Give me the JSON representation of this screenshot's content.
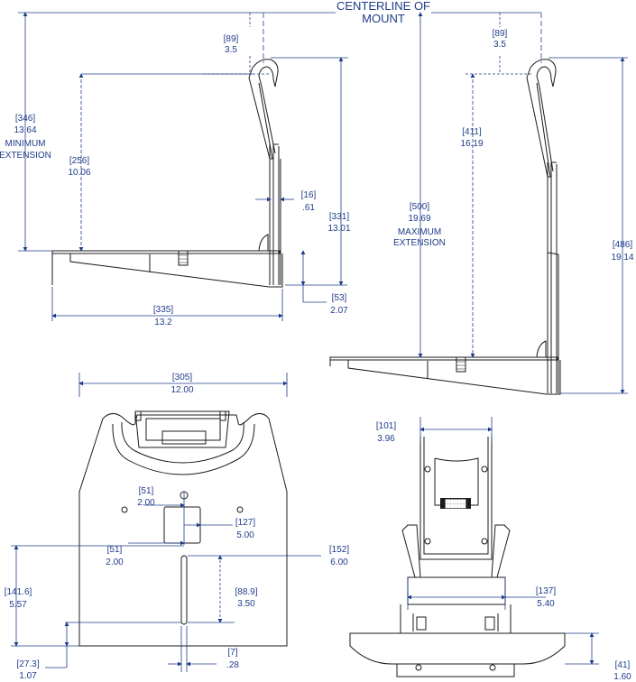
{
  "title": {
    "line1": "CENTERLINE OF",
    "line2": "MOUNT"
  },
  "top_left_view": {
    "dim_89": {
      "mm": "[89]",
      "in": "3.5"
    },
    "dim_346": {
      "mm": "[346]",
      "in": "13.64",
      "note1": "MINIMUM",
      "note2": "EXTENSION"
    },
    "dim_256": {
      "mm": "[256]",
      "in": "10.06"
    },
    "dim_16": {
      "mm": "[16]",
      "in": ".61"
    },
    "dim_331": {
      "mm": "[331]",
      "in": "13.01"
    },
    "dim_53": {
      "mm": "[53]",
      "in": "2.07"
    },
    "dim_335": {
      "mm": "[335]",
      "in": "13.2"
    }
  },
  "top_right_view": {
    "dim_89": {
      "mm": "[89]",
      "in": "3.5"
    },
    "dim_411": {
      "mm": "[411]",
      "in": "16.19"
    },
    "dim_500": {
      "mm": "[500]",
      "in": "19.69",
      "note1": "MAXIMUM",
      "note2": "EXTENSION"
    },
    "dim_486": {
      "mm": "[486]",
      "in": "19.14"
    }
  },
  "bottom_left_view": {
    "dim_305": {
      "mm": "[305]",
      "in": "12.00"
    },
    "dim_51a": {
      "mm": "[51]",
      "in": "2.00"
    },
    "dim_127": {
      "mm": "[127]",
      "in": "5.00"
    },
    "dim_51b": {
      "mm": "[51]",
      "in": "2.00"
    },
    "dim_152": {
      "mm": "[152]",
      "in": "6.00"
    },
    "dim_141": {
      "mm": "[141.6]",
      "in": "5.57"
    },
    "dim_88": {
      "mm": "[88.9]",
      "in": "3.50"
    },
    "dim_27": {
      "mm": "[27.3]",
      "in": "1.07"
    },
    "dim_7": {
      "mm": "[7]",
      "in": ".28"
    }
  },
  "bottom_right_view": {
    "dim_101": {
      "mm": "[101]",
      "in": "3.96"
    },
    "dim_137": {
      "mm": "[137]",
      "in": "5.40"
    },
    "dim_41": {
      "mm": "[41]",
      "in": "1.60"
    },
    "plate_text1": "████████",
    "plate_text2": "████████"
  }
}
